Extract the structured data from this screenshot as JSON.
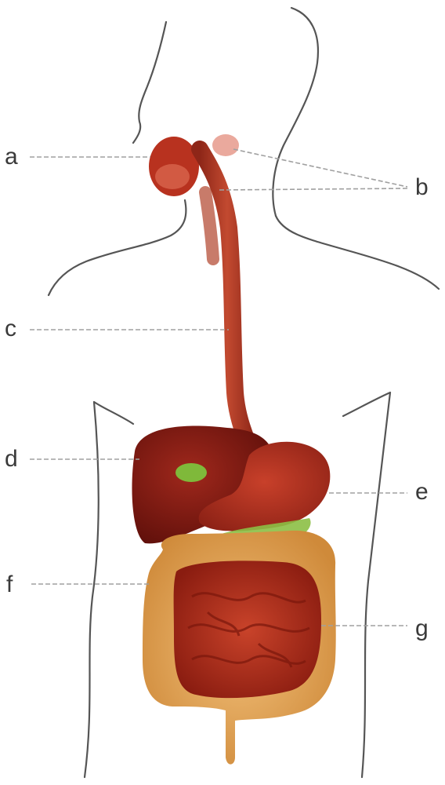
{
  "labels": {
    "a": "a",
    "b": "b",
    "c": "c",
    "d": "d",
    "e": "e",
    "f": "f",
    "g": "g"
  },
  "colors": {
    "outline": "#555555",
    "organ_red": "#a8321f",
    "liver": "#7c1a12",
    "gallbladder": "#7fb93a",
    "large_intestine": "#e0a152",
    "small_intestine": "#b8321c",
    "leader_line": "#a0a0a0"
  }
}
